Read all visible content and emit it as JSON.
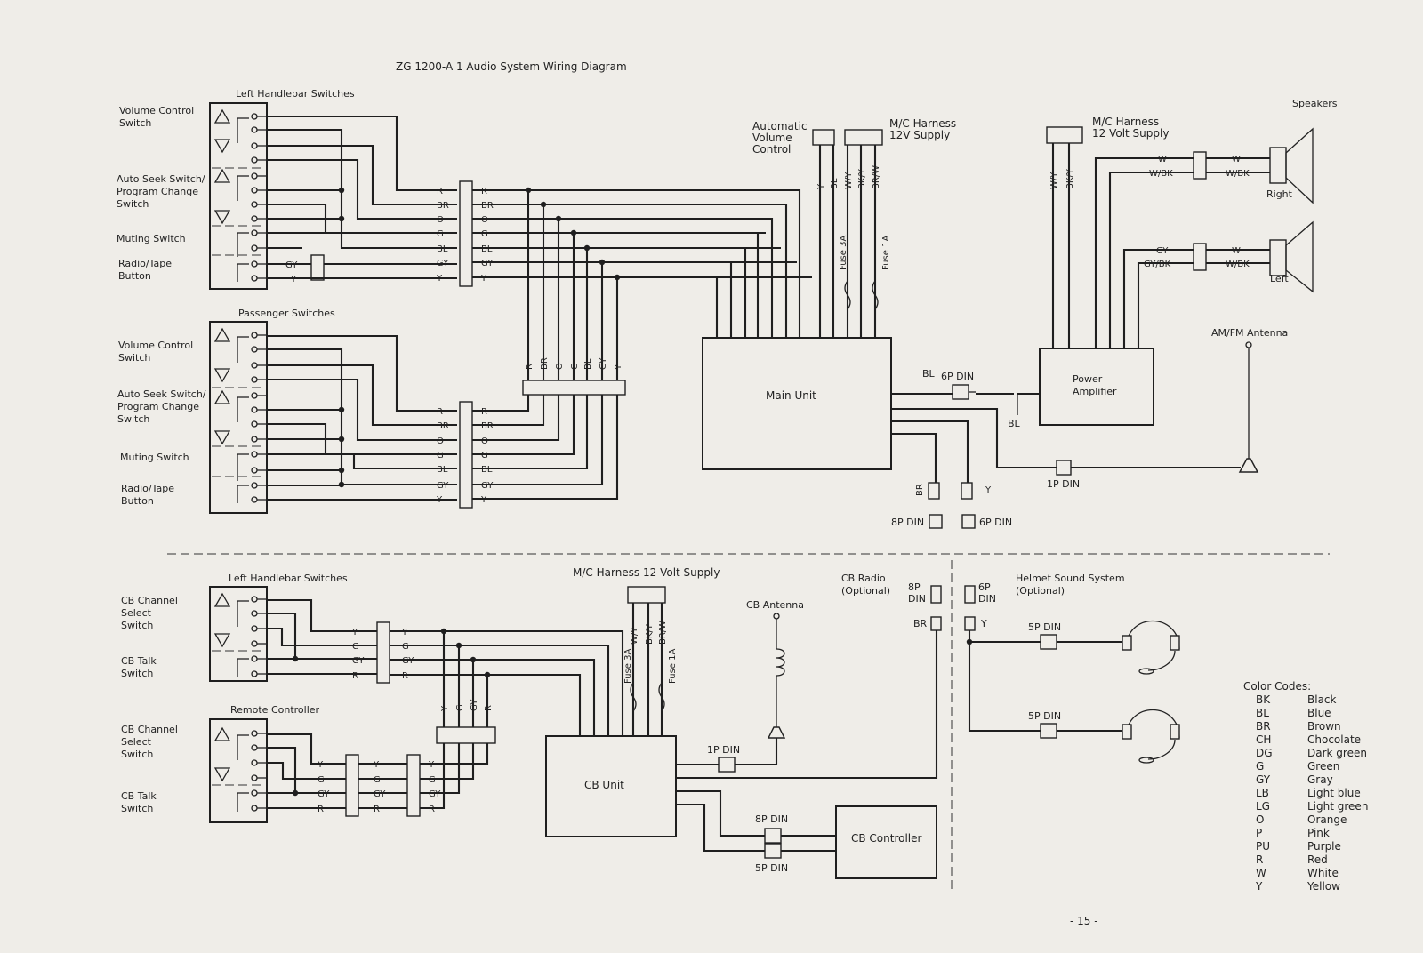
{
  "title": "ZG 1200-A 1  Audio System Wiring Diagram",
  "page_number": "- 15 -",
  "left_handlebar": {
    "title": "Left Handlebar Switches",
    "volume_label": [
      "Volume Control",
      "Switch"
    ],
    "autoseek_label": [
      "Auto Seek Switch/",
      "Program Change",
      "Switch"
    ],
    "muting_label": "Muting Switch",
    "radio_tape_label": [
      "Radio/Tape",
      "Button"
    ],
    "inline_gy": "GY",
    "inline_y": "Y"
  },
  "passenger": {
    "title": "Passenger Switches",
    "volume_label": [
      "Volume Control",
      "Switch"
    ],
    "autoseek_label": [
      "Auto Seek Switch/",
      "Program Change",
      "Switch"
    ],
    "muting_label": "Muting Switch",
    "radio_tape_label": [
      "Radio/Tape",
      "Button"
    ]
  },
  "connector_wires": [
    "R",
    "BR",
    "O",
    "G",
    "BL",
    "GY",
    "Y"
  ],
  "junction_wires": [
    "R",
    "BR",
    "O",
    "G",
    "BL",
    "GY",
    "Y"
  ],
  "main_unit": {
    "label": "Main Unit",
    "avc_label": [
      "Automatic",
      "Volume",
      "Control"
    ],
    "harness_label": [
      "M/C Harness",
      "12V Supply"
    ],
    "supply_wires": [
      "Y",
      "BL",
      "W/Y",
      "BK/Y",
      "BR/W"
    ],
    "fuse_3a": "Fuse 3A",
    "fuse_1a": "Fuse 1A",
    "bl_left": "BL",
    "bl_right": "BL",
    "din_6p": "6P DIN",
    "din_1p": "1P DIN",
    "din_8p": "8P DIN",
    "din_6p_b": "6P DIN",
    "br_label": "BR",
    "y_label": "Y"
  },
  "power_amp": {
    "label": [
      "Power",
      "Amplifier"
    ],
    "harness_label": [
      "M/C Harness",
      "12 Volt Supply"
    ],
    "supply_wires": [
      "W/Y",
      "BK/Y"
    ],
    "speakers_title": "Speakers",
    "right_label": "Right",
    "left_label": "Left",
    "right_wires_in": [
      "W",
      "W/BK"
    ],
    "right_wires_out": [
      "W",
      "W/BK"
    ],
    "left_wires_in": [
      "GY",
      "GY/BK"
    ],
    "left_wires_out": [
      "W",
      "W/BK"
    ],
    "antenna_label": "AM/FM Antenna"
  },
  "cb": {
    "handlebar_title": "Left Handlebar Switches",
    "channel_label": [
      "CB Channel",
      "Select",
      "Switch"
    ],
    "talk_label": [
      "CB Talk",
      "Switch"
    ],
    "remote_title": "Remote Controller",
    "remote_channel_label": [
      "CB Channel",
      "Select",
      "Switch"
    ],
    "remote_talk_label": [
      "CB Talk",
      "Switch"
    ],
    "wires": [
      "Y",
      "G",
      "GY",
      "R"
    ],
    "harness_label": "M/C Harness  12 Volt Supply",
    "supply_wires": [
      "W/Y",
      "BK/Y",
      "BR/W"
    ],
    "fuse_3a": "Fuse 3A",
    "fuse_1a": "Fuse 1A",
    "antenna_label": "CB Antenna",
    "unit_label": "CB Unit",
    "din_1p": "1P DIN",
    "din_8p": "8P DIN",
    "din_5p": "5P DIN",
    "controller_label": "CB Controller",
    "cb_radio_label": [
      "CB Radio",
      "(Optional)"
    ],
    "din_8p_opt": [
      "8P",
      "DIN"
    ],
    "din_6p_opt": [
      "6P",
      "DIN"
    ],
    "br_label": "BR",
    "y_label": "Y",
    "helmet_label": [
      "Helmet Sound System",
      "(Optional)"
    ],
    "helmet_din": "5P DIN"
  },
  "color_codes": {
    "title": "Color Codes:",
    "items": [
      [
        "BK",
        "Black"
      ],
      [
        "BL",
        "Blue"
      ],
      [
        "BR",
        "Brown"
      ],
      [
        "CH",
        "Chocolate"
      ],
      [
        "DG",
        "Dark green"
      ],
      [
        "G",
        "Green"
      ],
      [
        "GY",
        "Gray"
      ],
      [
        "LB",
        "Light blue"
      ],
      [
        "LG",
        "Light green"
      ],
      [
        "O",
        "Orange"
      ],
      [
        "P",
        "Pink"
      ],
      [
        "PU",
        "Purple"
      ],
      [
        "R",
        "Red"
      ],
      [
        "W",
        "White"
      ],
      [
        "Y",
        "Yellow"
      ]
    ]
  }
}
